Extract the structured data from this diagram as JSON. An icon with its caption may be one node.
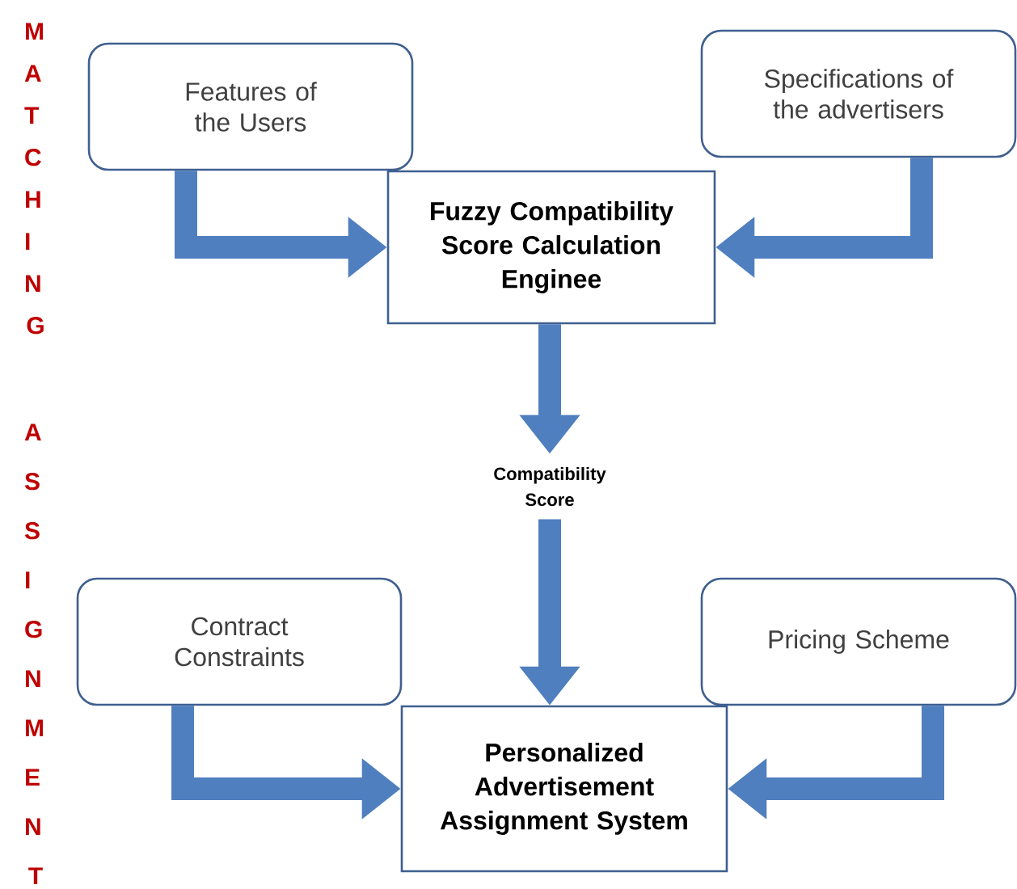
{
  "diagram": {
    "nodes": [
      {
        "text": [
          "Features of the Users"
        ]
      },
      {
        "text": [
          "Specifications of the advertisers"
        ]
      },
      {
        "text": [
          "Fuzzy Compatibility Score Calculation Enginee"
        ]
      },
      {
        "text": [
          "Compatibility Score"
        ]
      },
      {
        "text": [
          "Contract Constraints"
        ]
      },
      {
        "text": [
          "Pricing Scheme"
        ]
      },
      {
        "text": [
          "Personalized Advertisement Assignment System"
        ]
      }
    ],
    "edges": [
      {
        "from": 0,
        "to": 2,
        "arrow": "to"
      },
      {
        "from": 1,
        "to": 2,
        "arrow": "to"
      },
      {
        "from": 2,
        "to": 3,
        "arrow": "to"
      },
      {
        "from": 3,
        "to": 6,
        "arrow": "to"
      },
      {
        "from": 4,
        "to": 6,
        "arrow": "to"
      },
      {
        "from": 5,
        "to": 6,
        "arrow": "to"
      }
    ],
    "labels": [
      "MATCHING",
      "ASSIGNMENT"
    ]
  }
}
